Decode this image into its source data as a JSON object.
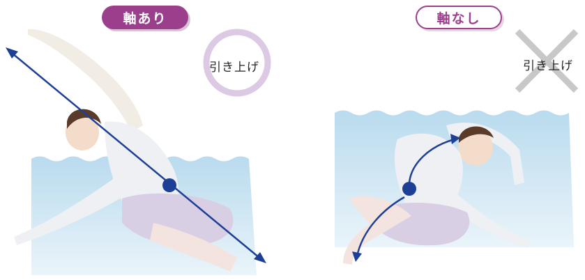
{
  "left_panel": {
    "badge_label": "軸あり",
    "lift_label": "引き上げ",
    "lift_mark": "circle",
    "colors": {
      "badge": "#9b3f8d",
      "lift_circle": "#d9c4e2",
      "axis_arrow": "#1d3f95",
      "water": "#cfe6f2"
    }
  },
  "right_panel": {
    "badge_label": "軸なし",
    "lift_label": "引き上げ",
    "lift_mark": "cross",
    "colors": {
      "badge": "#9b3f8d",
      "lift_cross": "#c8c8c8",
      "curve_arrows": "#1d3f95",
      "water": "#cfe6f2"
    }
  }
}
